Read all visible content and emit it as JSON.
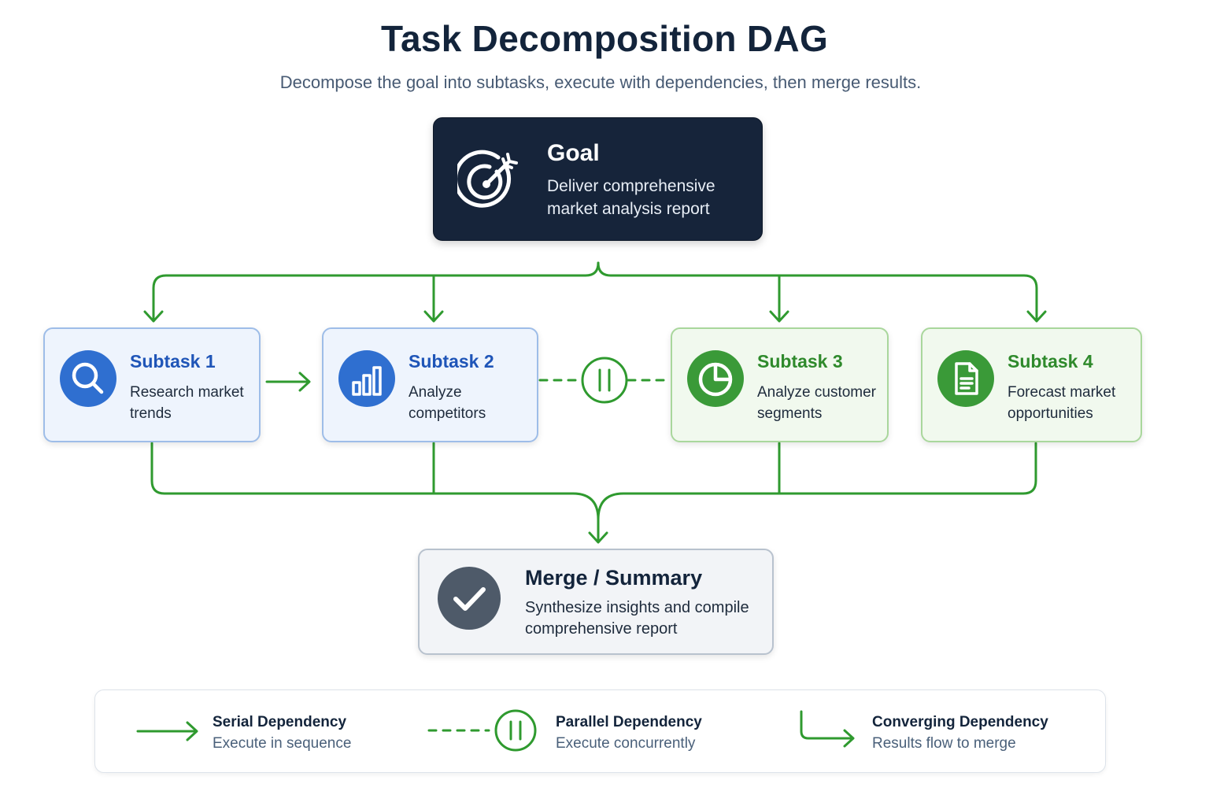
{
  "title": "Task Decomposition DAG",
  "subtitle": "Decompose the goal into subtasks, execute with dependencies, then merge results.",
  "colors": {
    "edge": "#2f9a2f",
    "goal_bg": "#16243a",
    "blue_accent": "#2f6fd0",
    "green_accent": "#3a9a38",
    "merge_icon": "#4e5a69"
  },
  "goal": {
    "icon": "target-icon",
    "title": "Goal",
    "desc": "Deliver comprehensive market analysis report"
  },
  "subtasks": [
    {
      "title": "Subtask 1",
      "desc": "Research market trends",
      "icon": "search-icon",
      "theme": "blue"
    },
    {
      "title": "Subtask 2",
      "desc": "Analyze competitors",
      "icon": "bar-chart-icon",
      "theme": "blue"
    },
    {
      "title": "Subtask 3",
      "desc": "Analyze customer segments",
      "icon": "pie-chart-icon",
      "theme": "green"
    },
    {
      "title": "Subtask 4",
      "desc": "Forecast market opportunities",
      "icon": "document-icon",
      "theme": "green"
    }
  ],
  "edges": {
    "serial": [
      "Subtask 1",
      "Subtask 2"
    ],
    "parallel": [
      "Subtask 2",
      "Subtask 3"
    ],
    "fan_out_from": "Goal",
    "converge_to": "Merge / Summary"
  },
  "merge": {
    "icon": "checkmark-icon",
    "title": "Merge / Summary",
    "desc": "Synthesize insights and compile comprehensive report"
  },
  "legend": [
    {
      "title": "Serial Dependency",
      "desc": "Execute in sequence",
      "icon": "serial-arrow-icon"
    },
    {
      "title": "Parallel Dependency",
      "desc": "Execute concurrently",
      "icon": "parallel-icon"
    },
    {
      "title": "Converging Dependency",
      "desc": "Results flow to merge",
      "icon": "converging-arrow-icon"
    }
  ]
}
